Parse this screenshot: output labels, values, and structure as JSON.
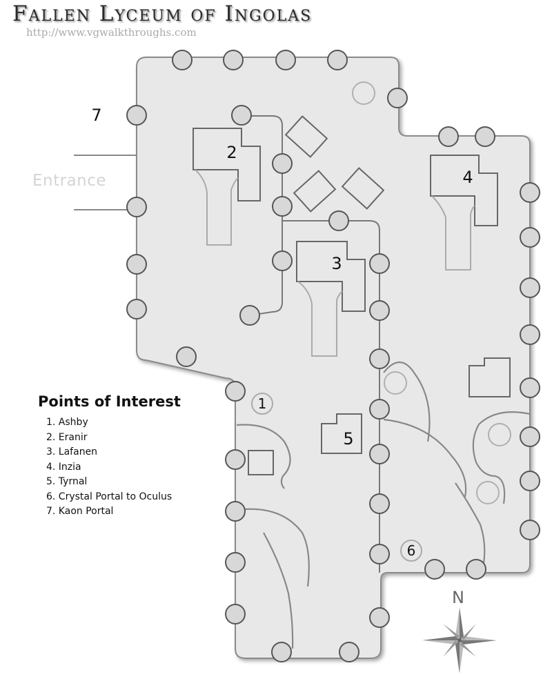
{
  "map": {
    "title": "Fallen Lyceum of Ingolas",
    "source_url": "http://www.vgwalkthroughs.com",
    "entrance_label": "Entrance",
    "markers": [
      {
        "label": "1",
        "style": "ring"
      },
      {
        "label": "2",
        "style": "plain"
      },
      {
        "label": "3",
        "style": "plain"
      },
      {
        "label": "4",
        "style": "plain"
      },
      {
        "label": "5",
        "style": "plain"
      },
      {
        "label": "6",
        "style": "ring"
      },
      {
        "label": "7",
        "style": "plain"
      }
    ],
    "compass": {
      "north_label": "N"
    }
  },
  "legend": {
    "title": "Points of Interest",
    "items": [
      "1. Ashby",
      "2. Eranir",
      "3. Lafanen",
      "4. Inzia",
      "5. Tyrnal",
      "6. Crystal Portal to Oculus",
      "7. Kaon Portal"
    ]
  },
  "colors": {
    "floor": "#e8e8e8",
    "wall": "#8a8a8a",
    "pillar": "#d8d8d8",
    "pillar_stroke": "#555555",
    "structure": "#666666",
    "faint": "#aaaaaa"
  }
}
